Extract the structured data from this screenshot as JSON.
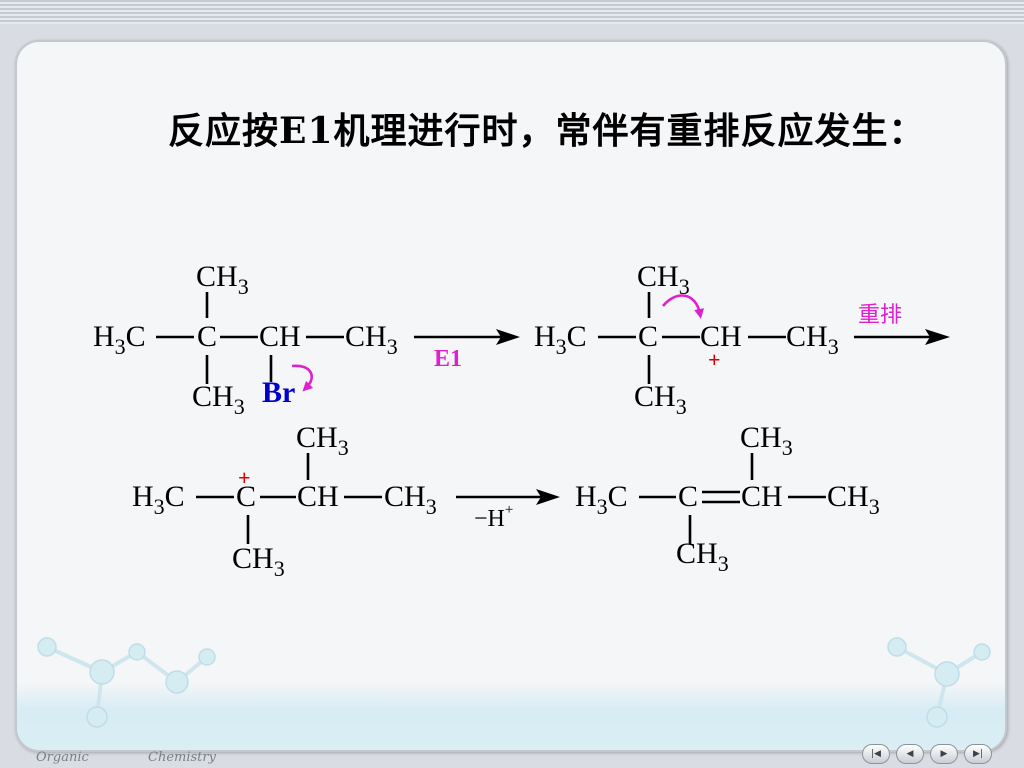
{
  "title": "反应按E1机理进行时，常伴有重排反应发生：",
  "reagents": {
    "e1": "E1",
    "rearrangement": "重排",
    "minus_h": "−H"
  },
  "atoms": {
    "ch": "CH",
    "c": "C",
    "br": "Br",
    "h": "H",
    "sub_3": "3",
    "plus": "+"
  },
  "footer": {
    "left": "Organic",
    "right": "Chemistry"
  },
  "nav": {
    "first": "|◀",
    "prev": "◀",
    "next": "▶",
    "last": "▶|"
  },
  "colors": {
    "arrow_magenta": "#e020d0",
    "reagent_magenta": "#e020d0",
    "charge_red": "#e00000",
    "bromine_blue": "#0000cc"
  }
}
